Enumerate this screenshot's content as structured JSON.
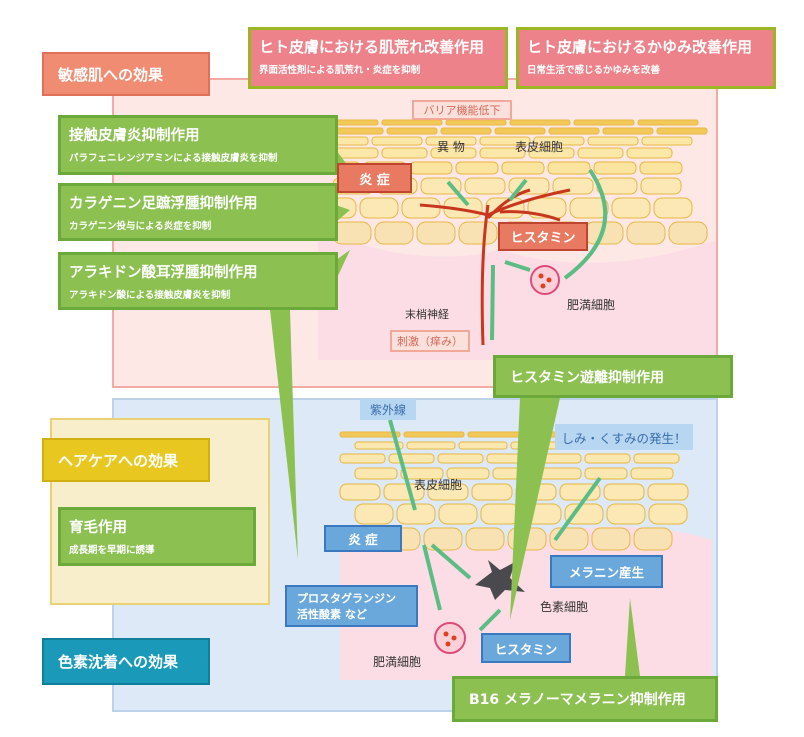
{
  "categories": {
    "sensitive_skin": "敏感肌への効果",
    "hair_care": "ヘアケアへの効果",
    "pigmentation": "色素沈着への効果"
  },
  "top_boxes": [
    {
      "title": "ヒト皮膚における肌荒れ改善作用",
      "subtitle": "界面活性剤による肌荒れ・炎症を抑制"
    },
    {
      "title": "ヒト皮膚におけるかゆみ改善作用",
      "subtitle": "日常生活で感じるかゆみを改善"
    }
  ],
  "effects": [
    {
      "title": "接触皮膚炎抑制作用",
      "subtitle": "パラフェニレンジアミンによる接触皮膚炎を抑制"
    },
    {
      "title": "カラゲニン足蹠浮腫抑制作用",
      "subtitle": "カラゲニン投与による炎症を抑制"
    },
    {
      "title": "アラキドン酸耳浮腫抑制作用",
      "subtitle": "アラキドン酸による接触皮膚炎を抑制"
    }
  ],
  "hair_effect": {
    "title": "育毛作用",
    "subtitle": "成長期を早期に誘導"
  },
  "histamine_release": "ヒスタミン遊離抑制作用",
  "b16": "B16 メラノーマメラニン抑制作用",
  "itch_diagram": {
    "barrier": "バリア機能低下",
    "foreign": "異 物",
    "epidermal": "表皮細胞",
    "inflammation": "炎 症",
    "histamine": "ヒスタミン",
    "mast_cell": "肥満細胞",
    "nerve": "末梢神経",
    "stimulus": "刺激（痒み）"
  },
  "pigment_diagram": {
    "uv": "紫外線",
    "spots": "しみ・くすみの発生！",
    "epidermal": "表皮細胞",
    "inflammation": "炎 症",
    "mediators_1": "プロスタグランジン",
    "mediators_2": "活性酸素 など",
    "melanin": "メラニン産生",
    "melanocyte": "色素細胞",
    "histamine": "ヒスタミン",
    "mast_cell": "肥満細胞"
  },
  "colors": {
    "green": "#8cc152",
    "pink": "#ee828a",
    "blue": "#6aa8dc",
    "red": "#e87a62",
    "teal": "#1a9ab8",
    "yellow": "#e8c820",
    "salmon": "#ef8c72"
  }
}
